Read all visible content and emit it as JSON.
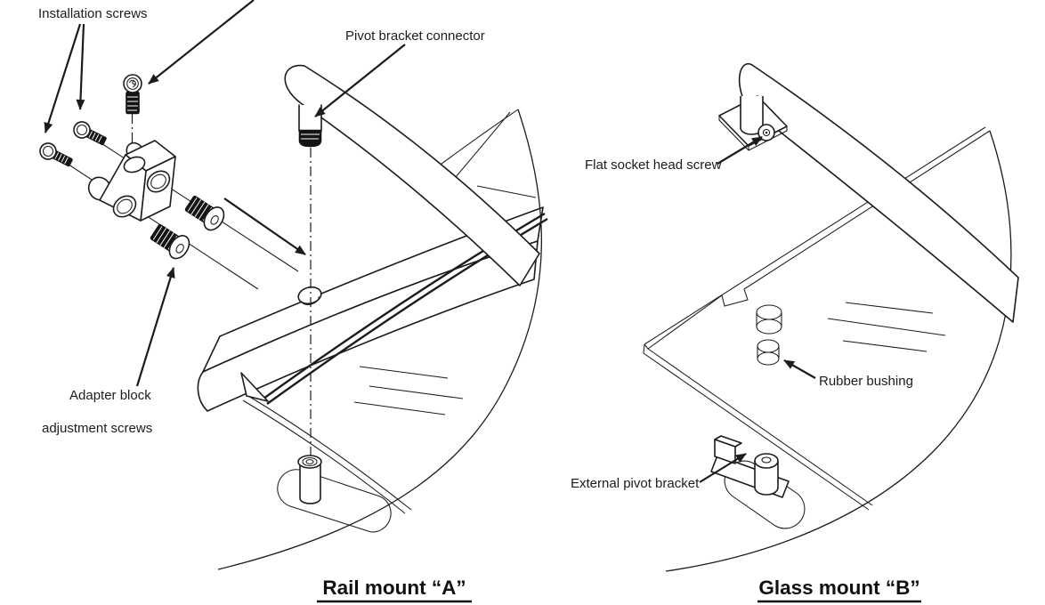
{
  "page": {
    "background_color": "#ffffff",
    "ink_color": "#1c1c1c",
    "description": "Exploded technical installation diagram with two mounting options"
  },
  "left_diagram": {
    "title": "Rail mount “A”",
    "labels": {
      "installation_screws": "Installation screws",
      "pivot_bracket_connector": "Pivot bracket connector",
      "adapter_block_line1": "Adapter block",
      "adapter_block_line2": "adjustment screws"
    }
  },
  "right_diagram": {
    "title": "Glass mount “B”",
    "labels": {
      "flat_socket_head_screw": "Flat socket head screw",
      "rubber_bushing": "Rubber bushing",
      "external_pivot_bracket": "External pivot bracket"
    }
  }
}
